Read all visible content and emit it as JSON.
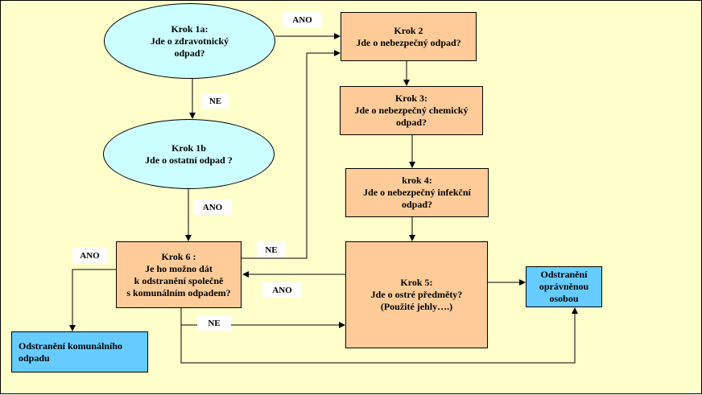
{
  "nodes": {
    "krok1a": "Krok 1a:\nJde o zdravotnický\nodpad?",
    "krok1b": "Krok 1b\nJde o ostatní odpad ?",
    "krok2": "Krok 2\nJde o nebezpečný odpad?",
    "krok3": "Krok 3:\nJde o nebezpečný chemický\nodpad?",
    "krok4": "krok 4:\nJde o nebezpečný infekční\nodpad?",
    "krok5": "Krok 5:\nJde o ostré předměty?\n(Použité jehly….)",
    "krok6": "Krok 6 :\nJe ho možno dát\nk odstranění společně\ns komunálním odpadem?",
    "odstraneni_komunalniho": "Odstranění komunálního\nodpadu",
    "odstraneni_opravnenou": "Odstranění\noprávněnou\nosobou"
  },
  "labels": {
    "ano_top": "ANO",
    "ne_1a": "NE",
    "ano_1b": "ANO",
    "ne_6": "NE",
    "ano_6": "ANO",
    "ano_5": "ANO",
    "ne_bottom": "NE"
  }
}
